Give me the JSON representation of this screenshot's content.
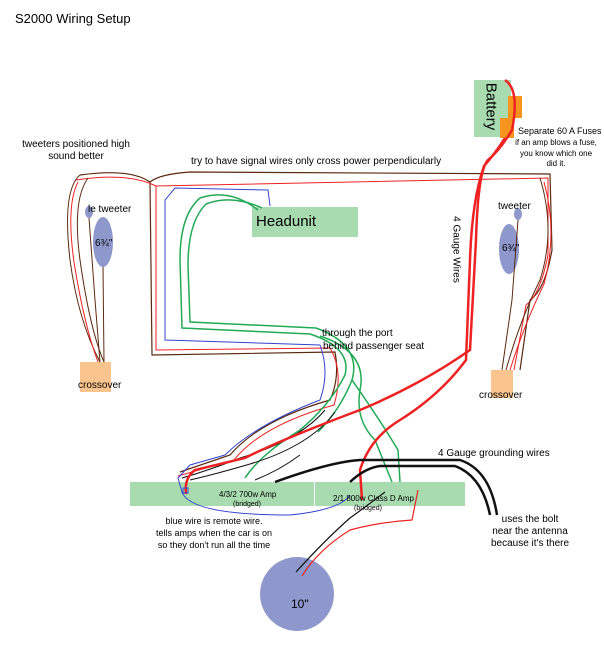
{
  "title": "S2000 Wiring Setup",
  "labels": {
    "battery": "Battery",
    "fuses_title": "Separate 60 A Fuses",
    "fuses_note_1": "if an amp blows a fuse,",
    "fuses_note_2": "you know which one",
    "fuses_note_3": "did it.",
    "tweeters_note_1": "tweeters positioned high",
    "tweeters_note_2": "sound better",
    "signal_note": "try to have signal wires only cross power perpendicularly",
    "headunit": "Headunit",
    "left_tweeter": "le tweeter",
    "right_tweeter": "tweeter",
    "left_speaker": "6¾\"",
    "right_speaker": "6¾\"",
    "power_wires": "4 Gauge Wires",
    "port_note_1": "through the port",
    "port_note_2": "behind passenger seat",
    "left_crossover": "crossover",
    "right_crossover": "crossover",
    "ground_note": "4 Gauge grounding wires",
    "amp1_label": "4/3/2 700w Amp",
    "amp1_sub": "(bridged)",
    "amp2_label": "2/1 800w Class D Amp",
    "amp2_sub": "(bridged)",
    "remote_note_1": "blue wire is remote wire.",
    "remote_note_2": "tells amps when the car is on",
    "remote_note_3": "so they don't run all the time",
    "bolt_note_1": "uses the bolt",
    "bolt_note_2": "near the antenna",
    "bolt_note_3": "because it's there",
    "subwoofer": "10\""
  },
  "colors": {
    "component_green": "#a8dcb0",
    "crossover_orange": "#f9c48d",
    "speaker_blue": "#8f98cc",
    "fuse_orange": "#f7941d",
    "power_red": "#ee2222",
    "ground_black": "#111111",
    "signal_green": "#22aa55",
    "remote_blue": "#3344cc",
    "speaker_brown": "#5a2a10"
  }
}
